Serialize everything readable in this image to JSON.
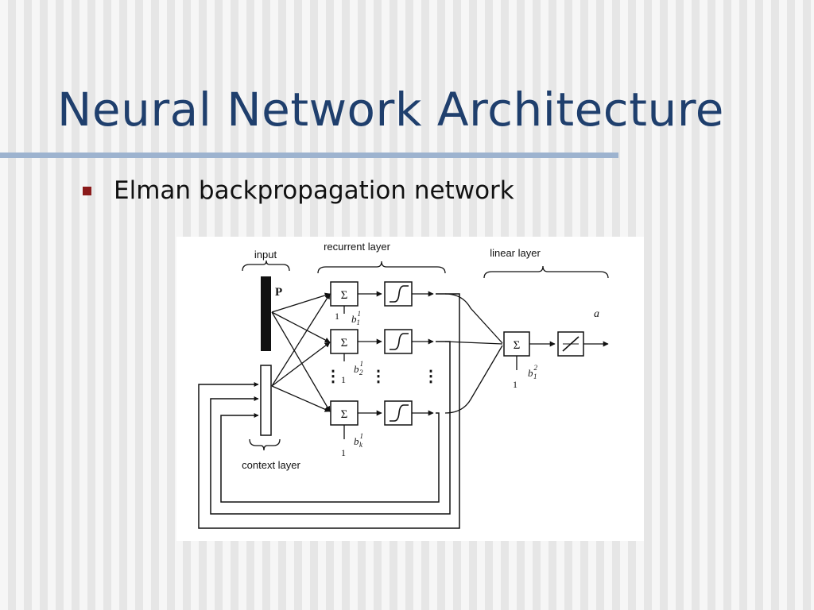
{
  "slide": {
    "title": "Neural Network Architecture",
    "bullets": [
      "Elman backpropagation network"
    ],
    "colors": {
      "title": "#1f3f6d",
      "rule": "#9db3cf",
      "bullet_marker": "#8b1b1b"
    }
  },
  "diagram": {
    "labels": {
      "input": "input",
      "recurrent_layer": "recurrent layer",
      "linear_layer": "linear layer",
      "context_layer": "context layer",
      "input_vector": "P",
      "output": "a"
    },
    "symbols": {
      "sum": "Σ",
      "bias_one": "1",
      "ellipsis": "⋮"
    },
    "biases": {
      "b1_1": {
        "base": "b",
        "sup": "1",
        "sub": "1"
      },
      "b1_2": {
        "base": "b",
        "sup": "1",
        "sub": "2"
      },
      "b1_k": {
        "base": "b",
        "sup": "1",
        "sub": "k"
      },
      "b2_1": {
        "base": "b",
        "sup": "2",
        "sub": "1"
      }
    }
  }
}
